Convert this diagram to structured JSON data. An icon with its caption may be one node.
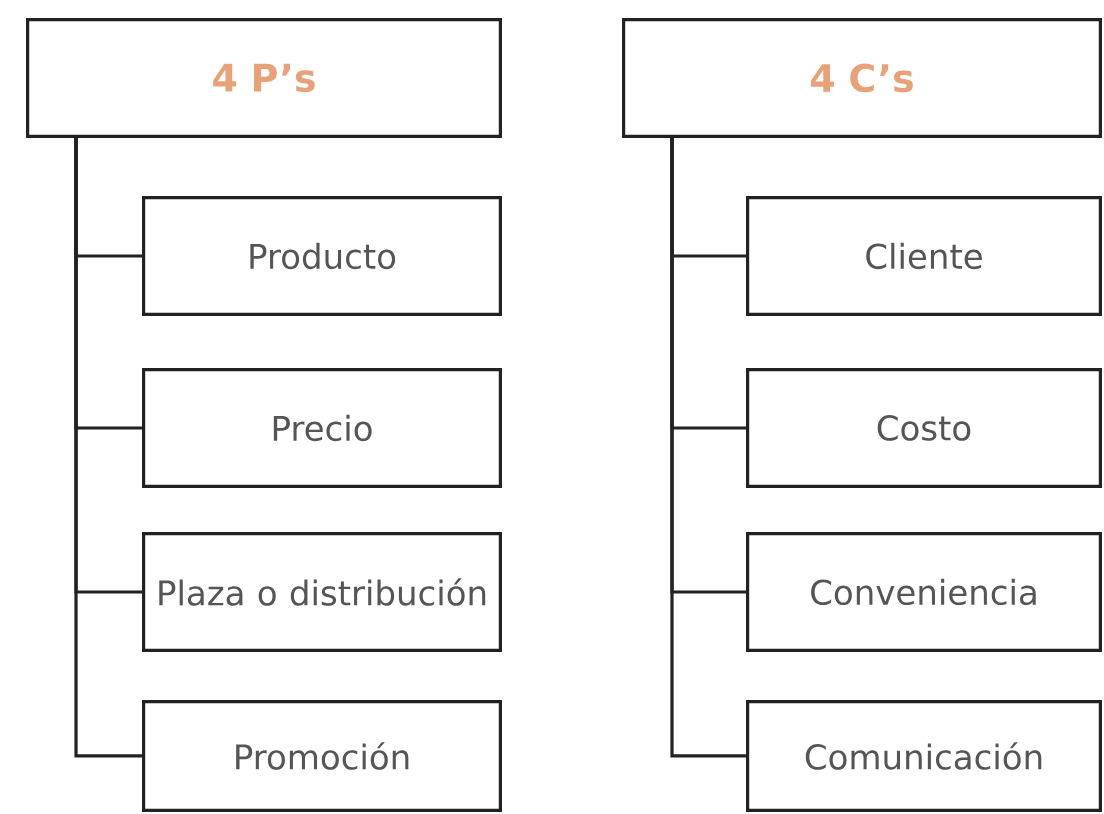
{
  "diagram": {
    "nodes": [
      {
        "text": [
          "4 P’s"
        ]
      },
      {
        "text": [
          "Producto"
        ]
      },
      {
        "text": [
          "Precio"
        ]
      },
      {
        "text": [
          "Plaza o distribución"
        ]
      },
      {
        "text": [
          "Promoción"
        ]
      },
      {
        "text": [
          "4 C’s"
        ]
      },
      {
        "text": [
          "Cliente"
        ]
      },
      {
        "text": [
          "Costo"
        ]
      },
      {
        "text": [
          "Conveniencia"
        ]
      },
      {
        "text": [
          "Comunicación"
        ]
      }
    ],
    "edges": [
      {
        "from": 0,
        "to": 1,
        "arrow": "none"
      },
      {
        "from": 0,
        "to": 2,
        "arrow": "none"
      },
      {
        "from": 0,
        "to": 3,
        "arrow": "none"
      },
      {
        "from": 0,
        "to": 4,
        "arrow": "none"
      },
      {
        "from": 5,
        "to": 6,
        "arrow": "none"
      },
      {
        "from": 5,
        "to": 7,
        "arrow": "none"
      },
      {
        "from": 5,
        "to": 8,
        "arrow": "none"
      },
      {
        "from": 5,
        "to": 9,
        "arrow": "none"
      }
    ]
  }
}
